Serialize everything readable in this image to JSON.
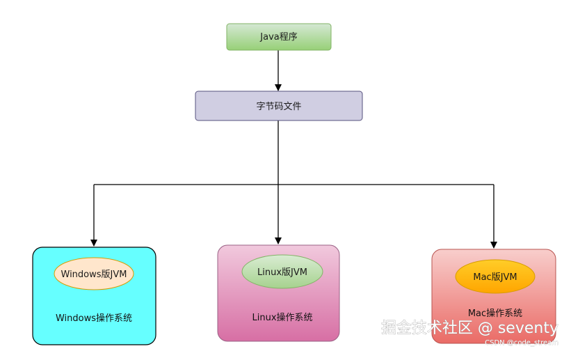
{
  "nodes": {
    "java_program": {
      "label": "Java程序"
    },
    "bytecode": {
      "label": "字节码文件"
    },
    "windows": {
      "jvm_label": "Windows版JVM",
      "os_label": "Windows操作系统"
    },
    "linux": {
      "jvm_label": "Linux版JVM",
      "os_label": "Linux操作系统"
    },
    "mac": {
      "jvm_label": "Mac版JVM",
      "os_label": "Mac操作系统"
    }
  },
  "watermark": {
    "main": "掘金技术社区 @ seventy",
    "sub": "CSDN @code_stream"
  },
  "colors": {
    "java_fill": "#d5e8d4",
    "java_stroke": "#82b366",
    "bytecode_fill": "#d0cee2",
    "bytecode_stroke": "#56517e",
    "windows_fill": "#66ffff",
    "windows_jvm_fill": "#ffe6cc",
    "linux_fill": "#e6a8c8",
    "linux_jvm_fill": "#d5e8d4",
    "mac_fill": "#f3b9b9",
    "mac_jvm_fill": "#ffcd28"
  }
}
